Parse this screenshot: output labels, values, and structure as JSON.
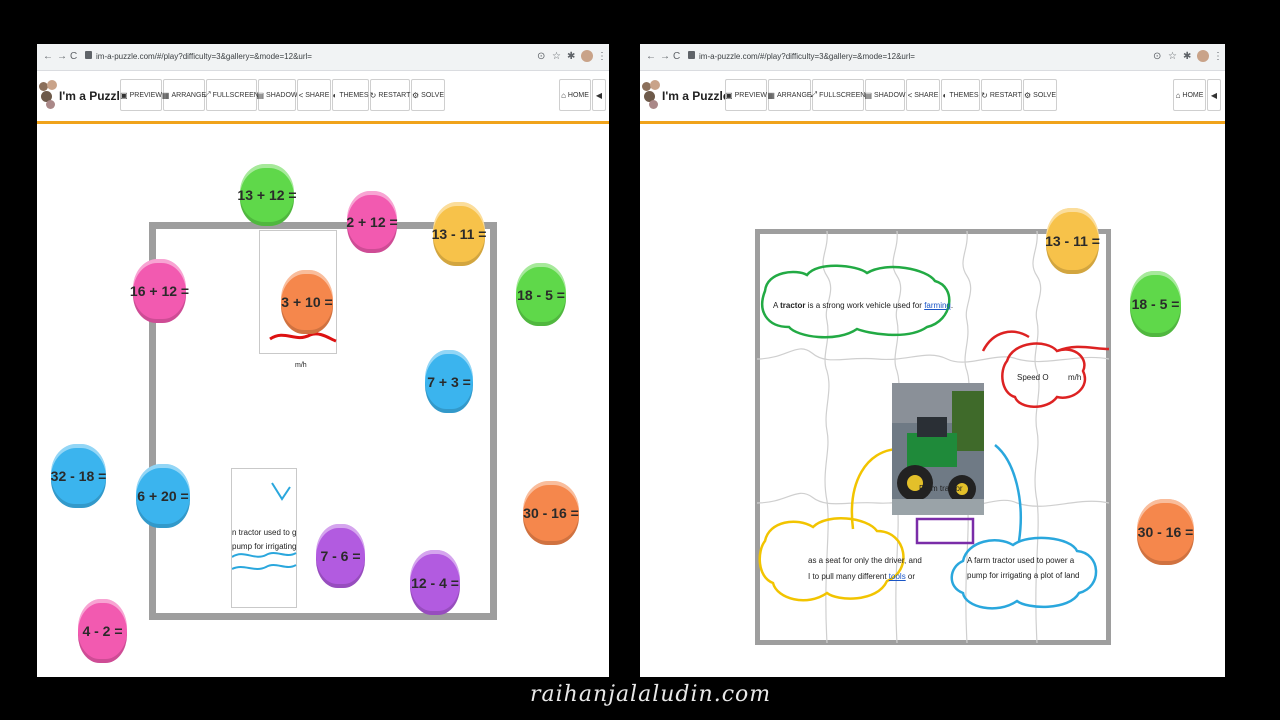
{
  "browser": {
    "back": "←",
    "forward": "→",
    "reload": "C",
    "url": "im-a-puzzle.com/#/play?difficulty=3&gallery=&mode=12&url=",
    "icons": [
      "target-icon",
      "star-icon",
      "puzzle-icon",
      "menu-icon"
    ]
  },
  "app": {
    "title": "I'm a Puzzle!",
    "toolbar": [
      {
        "label": "PREVIEW",
        "icon": "▣"
      },
      {
        "label": "ARRANGE",
        "icon": "▦"
      },
      {
        "label": "FULLSCREEN",
        "icon": "⤢"
      },
      {
        "label": "SHADOW",
        "icon": "▤"
      },
      {
        "label": "SHARE",
        "icon": "<"
      },
      {
        "label": "THEMES",
        "icon": "◐"
      },
      {
        "label": "RESTART",
        "icon": "↻"
      },
      {
        "label": "SOLVE",
        "icon": "⚙"
      }
    ],
    "home": {
      "label": "HOME",
      "icon": "⌂"
    },
    "sound_icon": "◀"
  },
  "left": {
    "bubbles": [
      "13 + 12 =",
      "2 + 12 =",
      "13 - 11 =",
      "16 + 12 =",
      "3 + 10 =",
      "18 - 5 =",
      "7 + 3 =",
      "32 - 18 =",
      "6 + 20 =",
      "30 - 16 =",
      "7 - 6 =",
      "12 - 4 =",
      "4 - 2 ="
    ],
    "piece_texts": [
      "m/h",
      "n tractor used to g",
      "pump for irrigating"
    ]
  },
  "right": {
    "bubbles": [
      "13 - 11 =",
      "18 - 5 =",
      "30 - 16 ="
    ],
    "note_tractor_pre": "A ",
    "note_tractor_bold": "tractor",
    "note_tractor_mid": " is a strong work vehicle used for ",
    "note_tractor_link": "farming",
    "note_tractor_end": ".",
    "speed_text": "Speed O",
    "mh_text": "m/h",
    "farm_tractor": "Farm tractor",
    "seat_line1": "as a seat for only the driver, and",
    "seat_line2_pre": "I to pull many different ",
    "seat_line2_link": "tools",
    "seat_line2_end": " or",
    "power_line1": "A farm tractor used to power a",
    "power_line2": "pump for irrigating a plot of land"
  },
  "watermark": "raihanjalaludin.com"
}
